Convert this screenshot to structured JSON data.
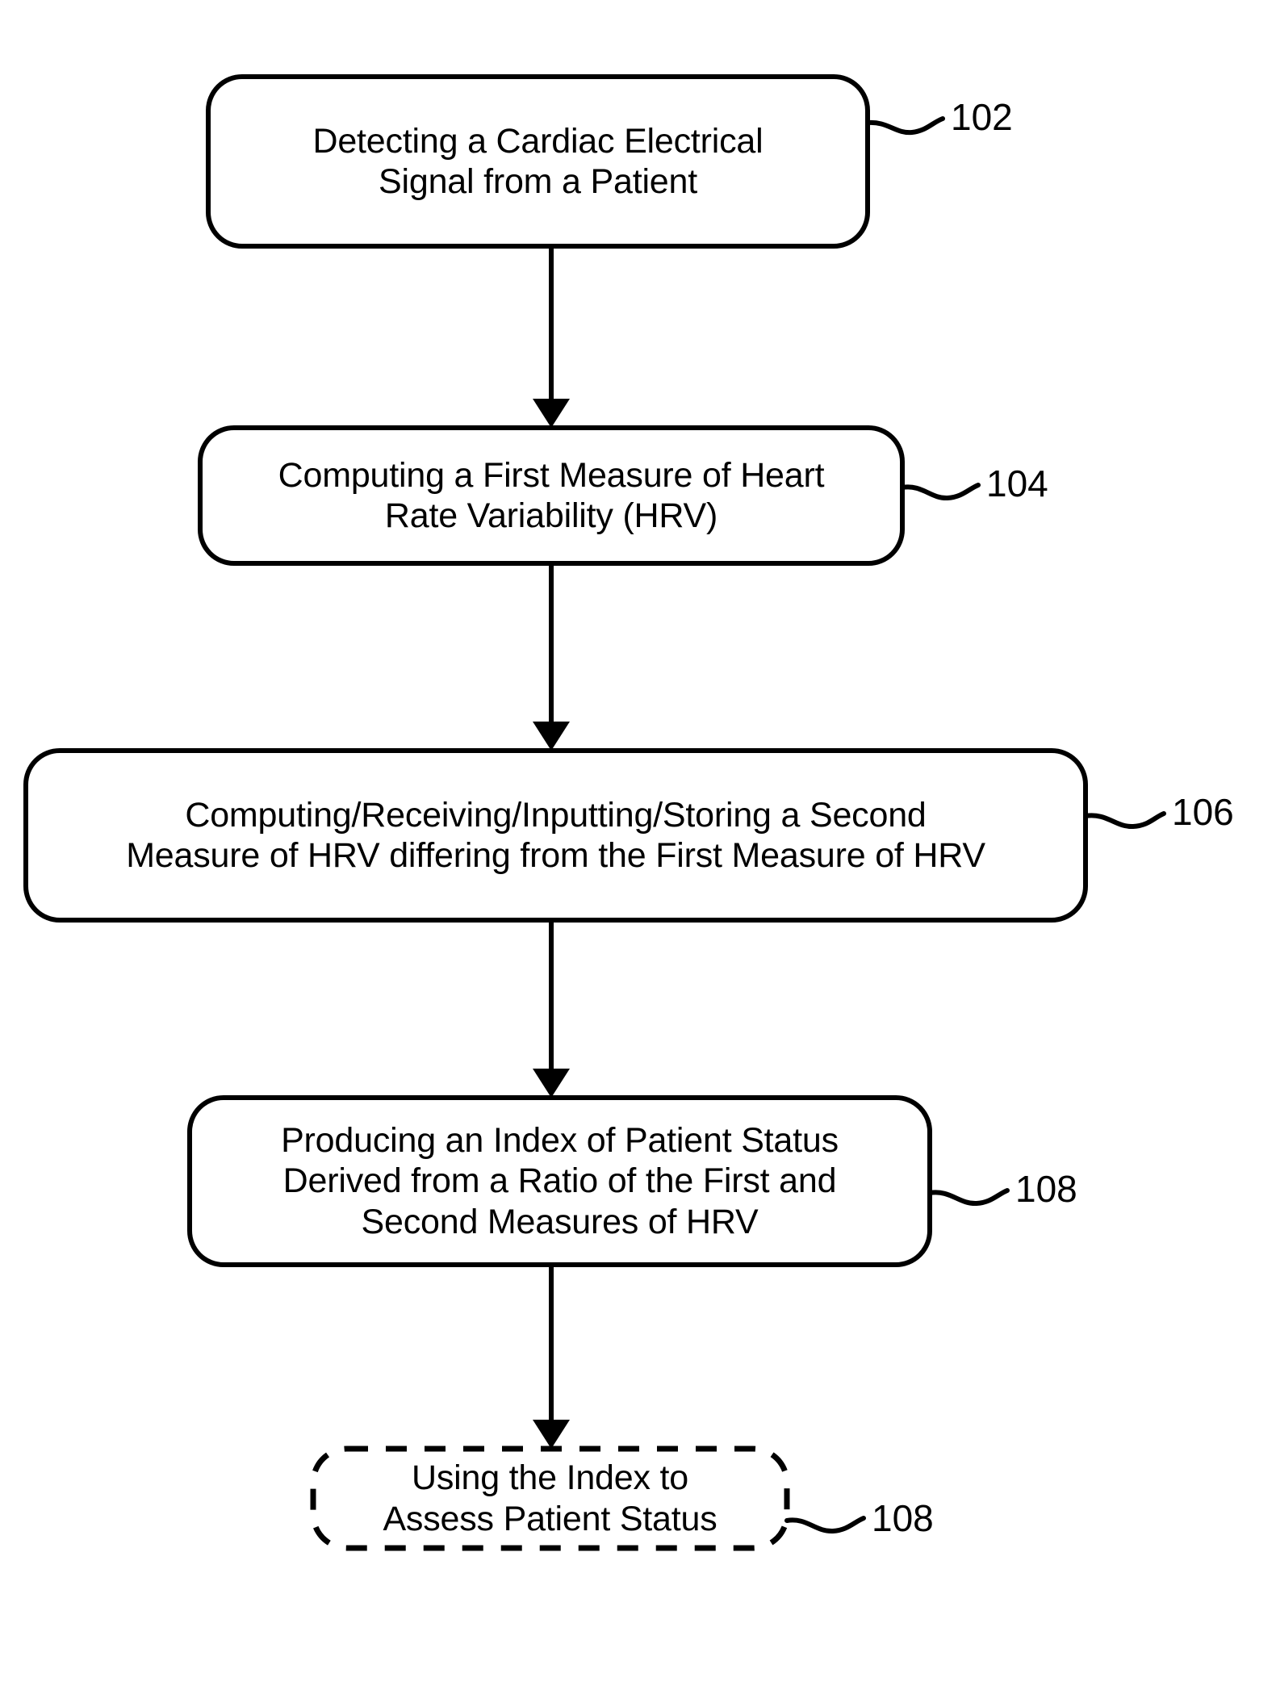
{
  "figure": {
    "type": "patent-flowchart",
    "background_color": "#ffffff",
    "stroke_color": "#000000",
    "text_color": "#000000"
  },
  "nodes": [
    {
      "id": "node-102",
      "ref": "102",
      "style": "solid-rounded",
      "lines": [
        "Detecting a Cardiac Electrical",
        "Signal from a Patient"
      ],
      "line1": "Detecting a Cardiac Electrical",
      "line2": "Signal from a Patient",
      "line3": ""
    },
    {
      "id": "node-104",
      "ref": "104",
      "style": "solid-rounded",
      "lines": [
        "Computing a First Measure of Heart",
        "Rate Variability (HRV)"
      ],
      "line1": "Computing a First Measure of Heart",
      "line2": "Rate Variability (HRV)",
      "line3": ""
    },
    {
      "id": "node-106",
      "ref": "106",
      "style": "solid-rounded",
      "lines": [
        "Computing/Receiving/Inputting/Storing a Second",
        "Measure of HRV differing from the First Measure of HRV"
      ],
      "line1": "Computing/Receiving/Inputting/Storing a Second",
      "line2": "Measure of HRV differing from the First Measure of HRV",
      "line3": ""
    },
    {
      "id": "node-108-solid",
      "ref": "108",
      "style": "solid-rounded",
      "lines": [
        "Producing an Index of Patient Status",
        "Derived from a Ratio of the First and",
        "Second Measures of HRV"
      ],
      "line1": "Producing an Index of Patient Status",
      "line2": "Derived from a Ratio of the First and",
      "line3": "Second Measures of HRV"
    },
    {
      "id": "node-108-dashed",
      "ref": "108",
      "style": "dashed-rounded",
      "lines": [
        "Using the Index to",
        "Assess Patient Status"
      ],
      "line1": "Using the Index to",
      "line2": "Assess Patient Status",
      "line3": ""
    }
  ],
  "connectors": [
    {
      "id": "arrow-102-104",
      "from": "node-102",
      "to": "node-104",
      "direction": "down"
    },
    {
      "id": "arrow-104-106",
      "from": "node-104",
      "to": "node-106",
      "direction": "down"
    },
    {
      "id": "arrow-106-108",
      "from": "node-106",
      "to": "node-108-solid",
      "direction": "down"
    },
    {
      "id": "arrow-108-108d",
      "from": "node-108-solid",
      "to": "node-108-dashed",
      "direction": "down"
    }
  ]
}
